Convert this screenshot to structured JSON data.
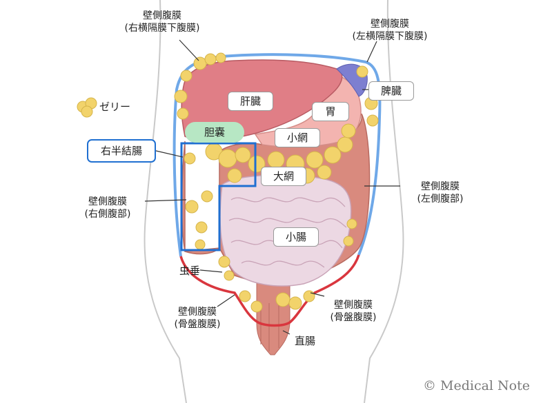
{
  "labels": {
    "perit_top_right_1": "壁側腹膜",
    "perit_top_right_2": "(右横隔膜下腹膜)",
    "perit_top_left_1": "壁側腹膜",
    "perit_top_left_2": "(左横隔膜下腹膜)",
    "spleen": "脾臓",
    "jelly": "ゼリー",
    "liver": "肝臓",
    "stomach": "胃",
    "gallbladder": "胆嚢",
    "lesser_omentum": "小網",
    "right_colon": "右半結腸",
    "greater_omentum": "大網",
    "perit_left_side_1": "壁側腹膜",
    "perit_left_side_2": "(左側腹部)",
    "perit_right_side_1": "壁側腹膜",
    "perit_right_side_2": "(右側腹部)",
    "small_intestine": "小腸",
    "appendix": "虫垂",
    "perit_pelvic_right_1": "壁側腹膜",
    "perit_pelvic_right_2": "(骨盤腹膜)",
    "perit_pelvic_left_1": "壁側腹膜",
    "perit_pelvic_left_2": "(骨盤腹膜)",
    "rectum": "直腸"
  },
  "copyright": "© Medical Note",
  "colors": {
    "peritoneum_upper": "#6fa8e8",
    "peritoneum_lower": "#d9363e",
    "jelly": "#f2d36b",
    "liver": "#e07e86",
    "stomach": "#f3b4b0",
    "colon": "#d98a7e",
    "small_intestine": "#ecd8e3",
    "spleen": "#7d7fd0",
    "gallbladder": "#b7e7c4",
    "highlight": "#1f6fd1"
  }
}
